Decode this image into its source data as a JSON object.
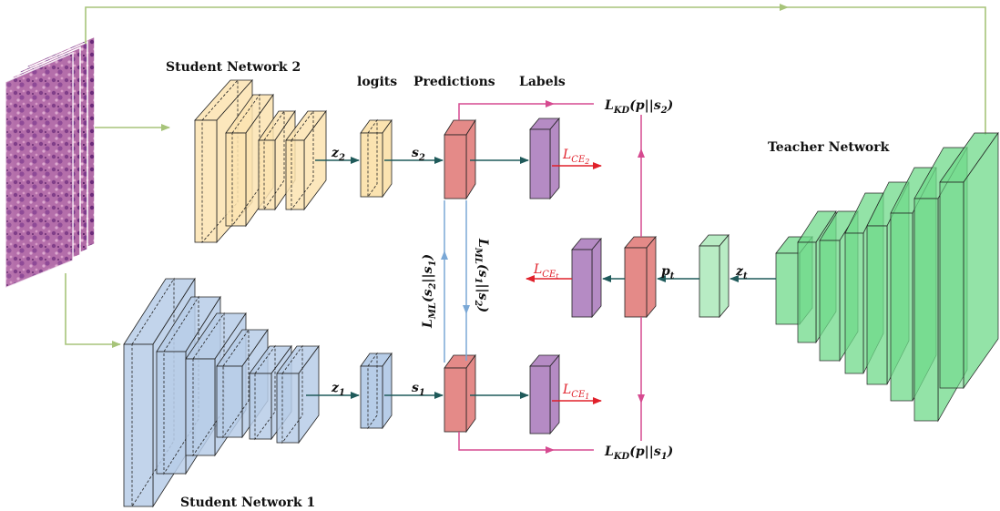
{
  "labels": {
    "student2": "Student Network 2",
    "student1": "Student Network 1",
    "teacher": "Teacher Network",
    "logits": "logits",
    "predictions": "Predictions",
    "labels_col": "Labels"
  },
  "math": {
    "z2": {
      "base": "z",
      "sub": "2"
    },
    "z1": {
      "base": "z",
      "sub": "1"
    },
    "s2": {
      "base": "s",
      "sub": "2"
    },
    "s1": {
      "base": "s",
      "sub": "1"
    },
    "zt": {
      "base": "z",
      "sub": "t"
    },
    "pt": {
      "base": "p",
      "sub": "t"
    },
    "lkd_s2": {
      "base": "L",
      "sub": "KD",
      "rest": "(p||s",
      "sub2": "2",
      "end": ")"
    },
    "lkd_s1": {
      "base": "L",
      "sub": "KD",
      "rest": "(p||s",
      "sub2": "1",
      "end": ")"
    },
    "lce2": {
      "base": "L",
      "sub": "CE",
      "subsub": "2"
    },
    "lce1": {
      "base": "L",
      "sub": "CE",
      "subsub": "1"
    },
    "lcet": {
      "base": "L",
      "sub": "CE",
      "subsub": "t"
    },
    "lml_left": {
      "base": "L",
      "sub": "ML",
      "rest": "(s",
      "sub2": "2",
      "mid": "||s",
      "sub3": "1",
      "end": ")"
    },
    "lml_right": {
      "base": "L",
      "sub": "ML",
      "rest": "(s",
      "sub2": "1",
      "mid": "||s",
      "sub3": "2",
      "end": ")"
    }
  },
  "colors": {
    "student2_fill": "#fbe3b0",
    "student1_fill": "#b7cde8",
    "teacher_fill": "#6fd98a",
    "prediction_fill": "#e48a88",
    "label_fill": "#b58bc4",
    "logit_teacher_fill": "#b8ecc4",
    "arrow_dark": "#1f5a5a",
    "arrow_pink": "#d64a90",
    "arrow_green": "#a7c47a",
    "arrow_blue": "#7aa8d6",
    "text_red": "#e0202a"
  }
}
